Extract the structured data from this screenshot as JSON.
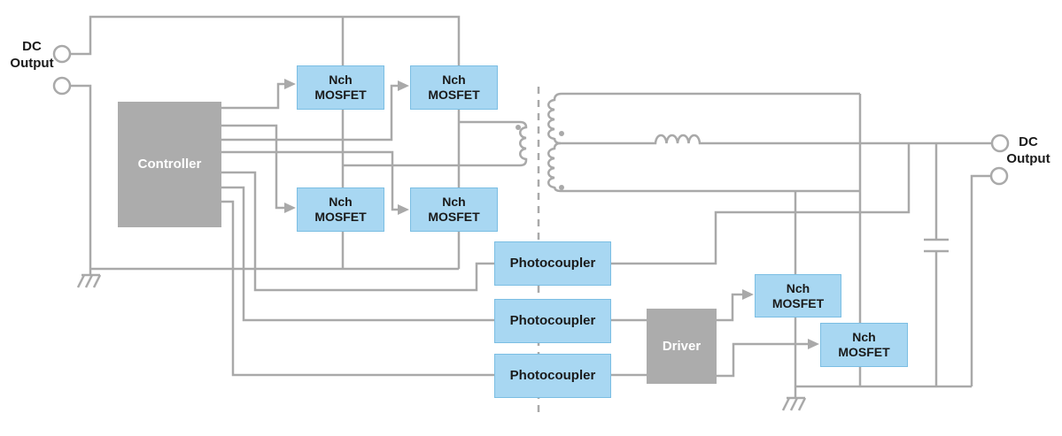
{
  "diagram": {
    "type": "circuit-block-diagram",
    "description": "Isolated full-bridge DC-DC converter with synchronous rectification"
  },
  "colors": {
    "block_blue": "#A8D7F2",
    "block_blue_border": "#7BBEE3",
    "block_gray": "#ACACAC",
    "wire": "#A9A9A9",
    "text_dark": "#1A1A1A",
    "text_light": "#FFFFFF"
  },
  "labels": {
    "dc_output_left": {
      "line1": "DC",
      "line2": "Output"
    },
    "dc_output_right": {
      "line1": "DC",
      "line2": "Output"
    }
  },
  "blocks": {
    "controller": {
      "label": "Controller"
    },
    "driver": {
      "label": "Driver"
    },
    "mosfets": [
      {
        "line1": "Nch",
        "line2": "MOSFET"
      },
      {
        "line1": "Nch",
        "line2": "MOSFET"
      },
      {
        "line1": "Nch",
        "line2": "MOSFET"
      },
      {
        "line1": "Nch",
        "line2": "MOSFET"
      },
      {
        "line1": "Nch",
        "line2": "MOSFET"
      },
      {
        "line1": "Nch",
        "line2": "MOSFET"
      }
    ],
    "photocouplers": [
      {
        "label": "Photocoupler"
      },
      {
        "label": "Photocoupler"
      },
      {
        "label": "Photocoupler"
      }
    ]
  },
  "symbols": [
    "transformer",
    "inductor",
    "capacitor",
    "ground",
    "isolation-dashed-line",
    "input-terminals",
    "output-terminals"
  ]
}
